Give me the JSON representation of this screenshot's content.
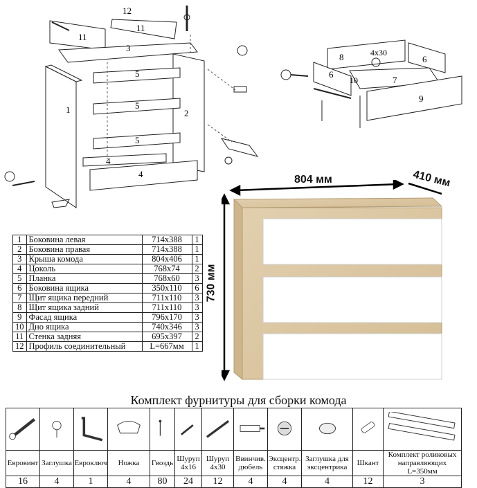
{
  "callouts": {
    "c1": "1",
    "c2": "2",
    "c3": "3",
    "c4a": "4",
    "c4b": "4",
    "c5a": "5",
    "c5b": "5",
    "c5c": "5",
    "c11a": "11",
    "c11b": "11",
    "c12": "12",
    "d6a": "6",
    "d6b": "6",
    "d7": "7",
    "d8": "8",
    "d9": "9",
    "d10": "10",
    "d4x30": "4x30"
  },
  "dimensions": {
    "width": "804 мм",
    "depth": "410 мм",
    "height": "730 мм"
  },
  "parts_table": [
    {
      "num": "1",
      "name": "Боковина левая",
      "size": "714x388",
      "qty": "1"
    },
    {
      "num": "2",
      "name": "Боковина правая",
      "size": "714x388",
      "qty": "1"
    },
    {
      "num": "3",
      "name": "Крыша комода",
      "size": "804x406",
      "qty": "1"
    },
    {
      "num": "4",
      "name": "Цоколь",
      "size": "768x74",
      "qty": "2"
    },
    {
      "num": "5",
      "name": "Планка",
      "size": "768x60",
      "qty": "3"
    },
    {
      "num": "6",
      "name": "Боковина ящика",
      "size": "350x110",
      "qty": "6"
    },
    {
      "num": "7",
      "name": "Щит ящика передний",
      "size": "711x110",
      "qty": "3"
    },
    {
      "num": "8",
      "name": "Щит ящика задний",
      "size": "711x110",
      "qty": "3"
    },
    {
      "num": "9",
      "name": "Фасад ящика",
      "size": "796x170",
      "qty": "3"
    },
    {
      "num": "10",
      "name": "Дно ящика",
      "size": "740x346",
      "qty": "3"
    },
    {
      "num": "11",
      "name": "Стенка задняя",
      "size": "695x397",
      "qty": "2"
    },
    {
      "num": "12",
      "name": "Профиль соединительный",
      "size": "L=667мм",
      "qty": "1"
    }
  ],
  "kit_title": "Комплект фурнитуры для сборки комода",
  "hardware": [
    {
      "icon": "euroscrew-icon",
      "label": "Евровинт",
      "qty": "16"
    },
    {
      "icon": "cap-icon",
      "label": "Заглушка",
      "qty": "4"
    },
    {
      "icon": "hex-key-icon",
      "label": "Евроключ",
      "qty": "1"
    },
    {
      "icon": "foot-icon",
      "label": "Ножка",
      "qty": "4"
    },
    {
      "icon": "nail-icon",
      "label": "Гвоздь",
      "qty": "80"
    },
    {
      "icon": "screw-4x16-icon",
      "label": "Шуруп 4x16",
      "qty": "24"
    },
    {
      "icon": "screw-4x30-icon",
      "label": "Шуруп 4x30",
      "qty": "12"
    },
    {
      "icon": "dowel-icon",
      "label": "Ввинчив. дюбель",
      "qty": "4"
    },
    {
      "icon": "cam-lock-icon",
      "label": "Эксцентр. стяжка",
      "qty": "4"
    },
    {
      "icon": "cam-cap-icon",
      "label": "Заглушка для эксцентрика",
      "qty": "4"
    },
    {
      "icon": "pin-icon",
      "label": "Шкант",
      "qty": "12"
    },
    {
      "icon": "slide-rail-icon",
      "label": "Комплект роликовых направляющих L=350мм",
      "qty": "3"
    }
  ]
}
